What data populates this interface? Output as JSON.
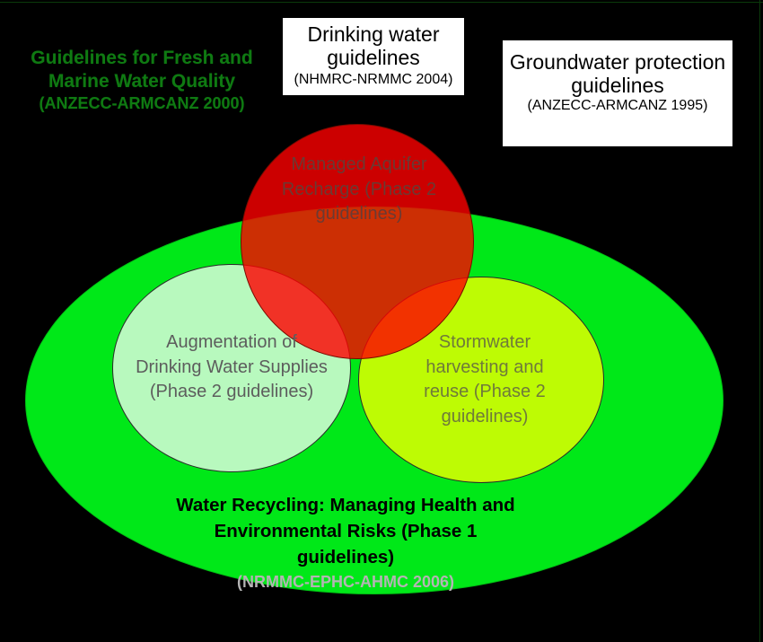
{
  "diagram": {
    "type": "venn",
    "title": "Australian water recycling and water quality guidelines framework",
    "background_color": "#000000",
    "callouts": [
      {
        "id": "drinking-water",
        "main": "Drinking water guidelines",
        "citation": "(NHMRC-NRMMC 2004)",
        "box_color": "#ffffff",
        "text_color": "#000000"
      },
      {
        "id": "groundwater-protection",
        "main": "Groundwater protection guidelines",
        "citation": "(ANZECC-ARMCANZ 1995)",
        "box_color": "#ffffff",
        "text_color": "#000000"
      }
    ],
    "anzecc_label": {
      "main": "Guidelines for Fresh and Marine Water Quality",
      "citation": "(ANZECC-ARMCANZ 2000)",
      "text_color": "#0f7a12"
    },
    "sets": [
      {
        "id": "phase1-envelope",
        "label": "Water Recycling: Managing Health and Environmental Risks (Phase 1 guidelines)",
        "citation": "(NRMMC-EPHC-AHMC 2006)",
        "phase": "Phase 1",
        "color": "#00e818",
        "shape": "ellipse",
        "role": "overarching"
      },
      {
        "id": "managed-aquifer-recharge",
        "label": "Managed Aquifer Recharge (Phase 2 guidelines)",
        "phase": "Phase 2",
        "color": "#ff0000",
        "shape": "circle",
        "role": "module"
      },
      {
        "id": "augmentation-drinking-water",
        "label": "Augmentation of Drinking Water Supplies (Phase 2 guidelines)",
        "phase": "Phase 2",
        "color": "#ffffff",
        "shape": "circle",
        "role": "module"
      },
      {
        "id": "stormwater-harvesting",
        "label": "Stormwater harvesting and reuse (Phase 2 guidelines)",
        "phase": "Phase 2",
        "color": "#eeff00",
        "shape": "circle",
        "role": "module"
      }
    ]
  },
  "callout_drinking": {
    "main": "Drinking water guidelines",
    "citation": "(NHMRC-NRMMC 2004)"
  },
  "callout_groundwater": {
    "main": "Groundwater protection guidelines",
    "citation": "(ANZECC-ARMCANZ 1995)"
  },
  "label_anzecc": {
    "main": "Guidelines for Fresh and Marine Water Quality",
    "citation": "(ANZECC-ARMCANZ 2000)"
  },
  "label_mar": {
    "text": "Managed Aquifer Recharge (Phase 2 guidelines)"
  },
  "label_augmentation": {
    "text": "Augmentation of Drinking Water Supplies (Phase 2 guidelines)"
  },
  "label_stormwater": {
    "text": "Stormwater harvesting and reuse (Phase 2 guidelines)"
  },
  "label_phase1": {
    "text": "Water Recycling: Managing Health and Environmental Risks (Phase 1 guidelines)",
    "citation": "(NRMMC-EPHC-AHMC 2006)"
  }
}
